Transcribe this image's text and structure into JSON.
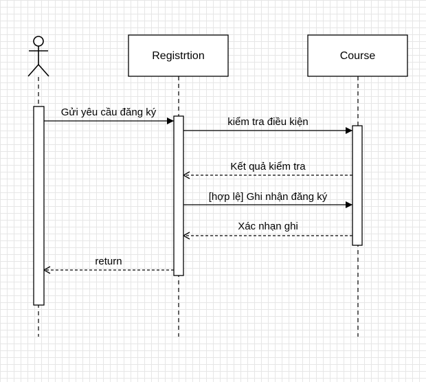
{
  "diagram": {
    "type": "sequence",
    "participants": [
      {
        "id": "actor",
        "label": "",
        "kind": "actor"
      },
      {
        "id": "registration",
        "label": "Registrtion",
        "kind": "box"
      },
      {
        "id": "course",
        "label": "Course",
        "kind": "box"
      }
    ],
    "messages": [
      {
        "from": "actor",
        "to": "registration",
        "label": "Gửi yêu cầu đăng ký",
        "style": "solid"
      },
      {
        "from": "registration",
        "to": "course",
        "label": "kiểm tra điều kiện",
        "style": "solid"
      },
      {
        "from": "course",
        "to": "registration",
        "label": "Kết quả kiểm tra",
        "style": "dashed"
      },
      {
        "from": "registration",
        "to": "course",
        "label": "[hợp lệ] Ghi nhận đăng ký",
        "style": "solid"
      },
      {
        "from": "course",
        "to": "registration",
        "label": "Xác nhạn ghi",
        "style": "dashed"
      },
      {
        "from": "registration",
        "to": "actor",
        "label": "return",
        "style": "dashed"
      }
    ]
  }
}
